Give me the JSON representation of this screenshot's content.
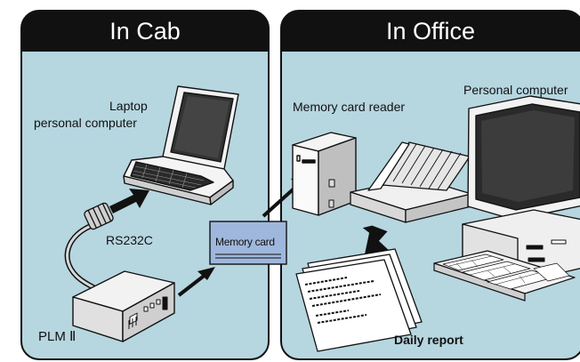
{
  "panels": {
    "cab_title": "In Cab",
    "office_title": "In Office"
  },
  "labels": {
    "laptop_line1": "Laptop",
    "laptop_line2": "personal computer",
    "rs232c": "RS232C",
    "plm": "PLM Ⅱ",
    "memory_card": "Memory card",
    "memory_card_reader": "Memory card reader",
    "personal_computer": "Personal computer",
    "daily_report": "Daily report"
  },
  "colors": {
    "panel_fill": "#b6d6e0",
    "header_fill": "#111111",
    "card_fill": "#9fb7dc"
  }
}
